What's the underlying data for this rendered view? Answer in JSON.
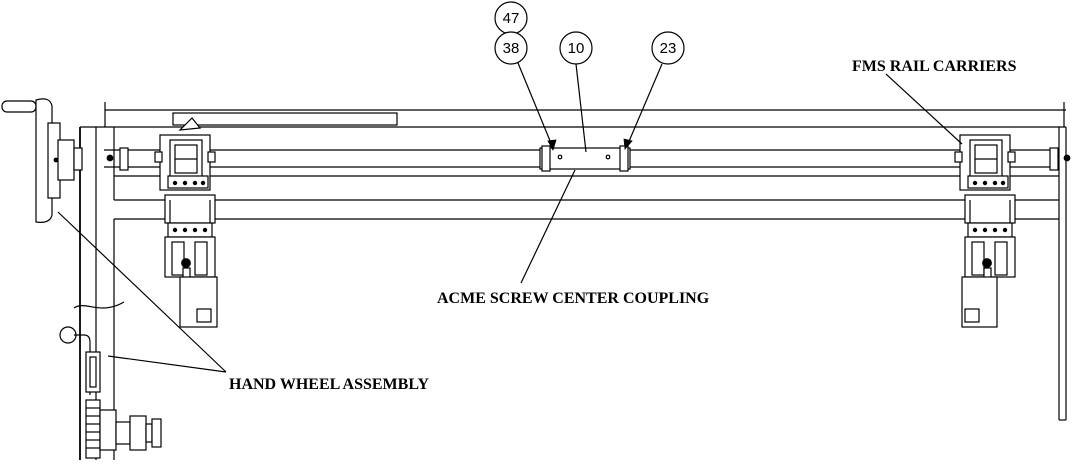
{
  "labels": {
    "fms_rail_carriers": "FMS RAIL CARRIERS",
    "acme_screw_center_coupling": "ACME SCREW CENTER COUPLING",
    "hand_wheel_assembly": "HAND WHEEL ASSEMBLY"
  },
  "balloons": [
    "47",
    "38",
    "10",
    "23"
  ]
}
